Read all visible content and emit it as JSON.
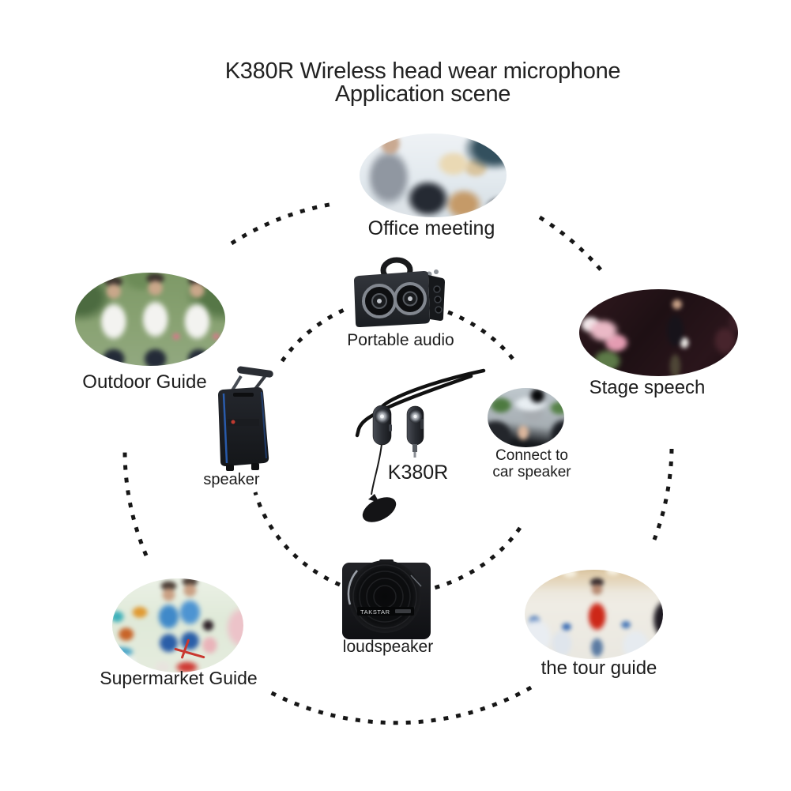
{
  "title": {
    "line1": "K380R Wireless head wear microphone",
    "line2": "Application scene"
  },
  "center": {
    "label": "K380R"
  },
  "scenes": {
    "office_meeting": {
      "label": "Office meeting"
    },
    "portable_audio": {
      "label": "Portable audio"
    },
    "outdoor_guide": {
      "label": "Outdoor Guide"
    },
    "stage_speech": {
      "label": "Stage speech"
    },
    "car_speaker": {
      "label_line1": "Connect to",
      "label_line2": "car speaker"
    },
    "speaker": {
      "label": "speaker"
    },
    "loudspeaker": {
      "label": "loudspeaker",
      "brand": "TAKSTAR"
    },
    "supermarket_guide": {
      "label": "Supermarket Guide"
    },
    "tour_guide": {
      "label": "the tour guide"
    }
  },
  "colors": {
    "background": "#ffffff",
    "text": "#1c1c1c",
    "dash": "#161616"
  }
}
